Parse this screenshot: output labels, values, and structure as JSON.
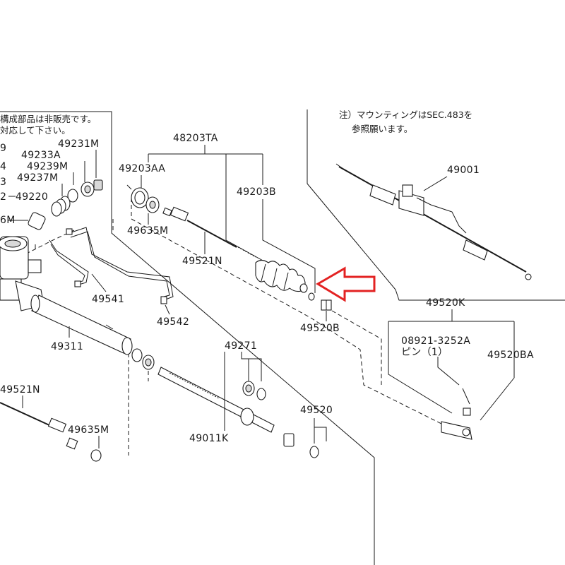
{
  "notes": {
    "left_line1": "構成部品は非販売です。",
    "left_line2": "対応して下さい。",
    "right_line1": "注）マウンティングはSEC.483を",
    "right_line2": "参照願います。"
  },
  "callouts": {
    "p48203TA": "48203TA",
    "p49203AA": "49203AA",
    "p49203B": "49203B",
    "p49635M_top": "49635M",
    "p49521N_top": "49521N",
    "p49520B": "49520B",
    "p49231M": "49231M",
    "p49233A": "49233A",
    "p49239M": "49239M",
    "p49237M": "49237M",
    "p49220": "49220",
    "p9": "9",
    "p4": "4",
    "p3": "3",
    "p2": "2",
    "p6M": "6M",
    "p49541": "49541",
    "p49542": "49542",
    "p49311": "49311",
    "p49271": "49271",
    "p49011K": "49011K",
    "p49520": "49520",
    "p49521N_bottom": "49521N",
    "p49635M_bottom": "49635M",
    "p49001": "49001",
    "p49520K": "49520K",
    "p08921": "08921-3252A",
    "p_pin": "ピン（1）",
    "p49520BA": "49520BA"
  },
  "colors": {
    "line": "#1a1a1a",
    "highlight_arrow": "#e32222",
    "background": "#ffffff"
  },
  "icons": [
    "highlight-arrow-icon"
  ]
}
